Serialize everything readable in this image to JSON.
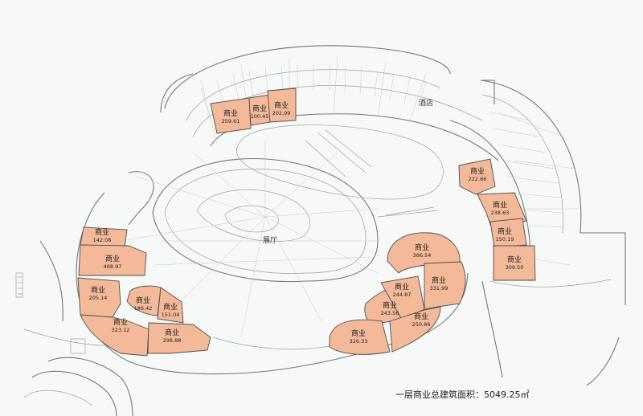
{
  "labels": {
    "hotel": "酒店",
    "hall": "展厅"
  },
  "shops": [
    {
      "label": "商业",
      "area": "259.61"
    },
    {
      "label": "商业",
      "area": "100.45"
    },
    {
      "label": "商业",
      "area": "202.99"
    },
    {
      "label": "商业",
      "area": "222.86"
    },
    {
      "label": "商业",
      "area": "238.63"
    },
    {
      "label": "商业",
      "area": "150.19"
    },
    {
      "label": "商业",
      "area": "309.50"
    },
    {
      "label": "商业",
      "area": "142.08"
    },
    {
      "label": "商业",
      "area": "468.97"
    },
    {
      "label": "商业",
      "area": "205.14"
    },
    {
      "label": "商业",
      "area": "186.42"
    },
    {
      "label": "商业",
      "area": "151.04"
    },
    {
      "label": "商业",
      "area": "323.12"
    },
    {
      "label": "商业",
      "area": "298.88"
    },
    {
      "label": "商业",
      "area": "386.54"
    },
    {
      "label": "商业",
      "area": "243.56"
    },
    {
      "label": "商业",
      "area": "244.87"
    },
    {
      "label": "商业",
      "area": "331.99"
    },
    {
      "label": "商业",
      "area": "326.33"
    },
    {
      "label": "商业",
      "area": "250.86"
    }
  ],
  "summary": {
    "label": "一层商业总建筑面积：",
    "value": "5049.25㎡"
  },
  "colors": {
    "unit_fill": "#f4b998",
    "background": "#f7f8f8"
  }
}
